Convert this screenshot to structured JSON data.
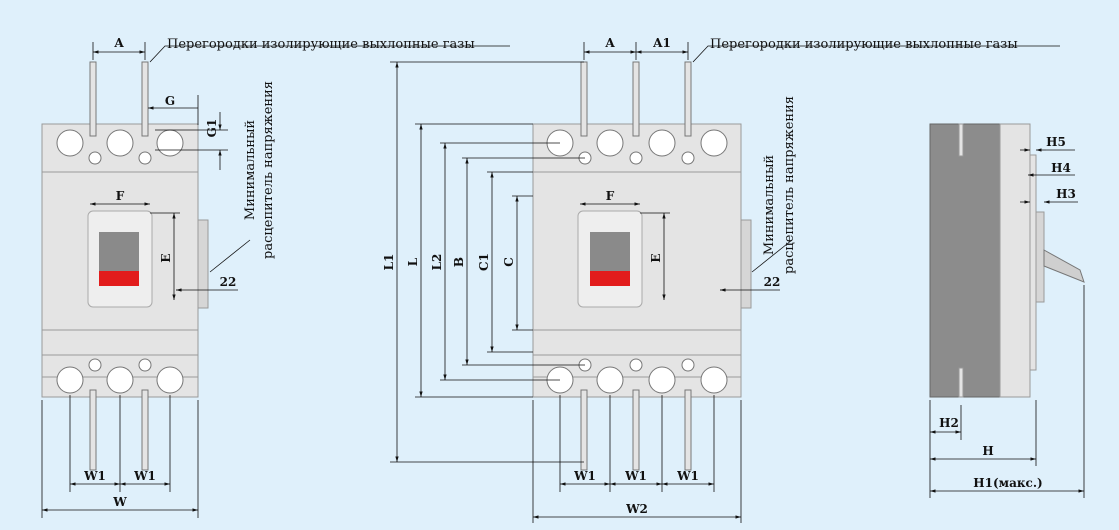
{
  "labels": {
    "gas_note": "Перегородки изолирующие выхлопные газы",
    "min_release_1": "Минимальный",
    "min_release_2": "расцепитель напряжения",
    "A": "A",
    "A1": "A1",
    "G": "G",
    "G1": "G1",
    "F": "F",
    "E": "E",
    "dim22": "22",
    "W1": "W1",
    "W": "W",
    "W2": "W2",
    "L1": "L1",
    "L": "L",
    "L2": "L2",
    "B": "B",
    "C1": "C1",
    "C": "C",
    "H5": "H5",
    "H4": "H4",
    "H3": "H3",
    "H2": "H2",
    "H": "H",
    "H1max": "H1(макс.)"
  },
  "colors": {
    "background": "#dff0fb",
    "body": "#e4e4e4",
    "outline": "#9a9a9a",
    "dim_line": "#111111",
    "handle_dark": "#8a8a8a",
    "handle_red": "#e21c1c",
    "side_dark": "#8c8c8c"
  }
}
